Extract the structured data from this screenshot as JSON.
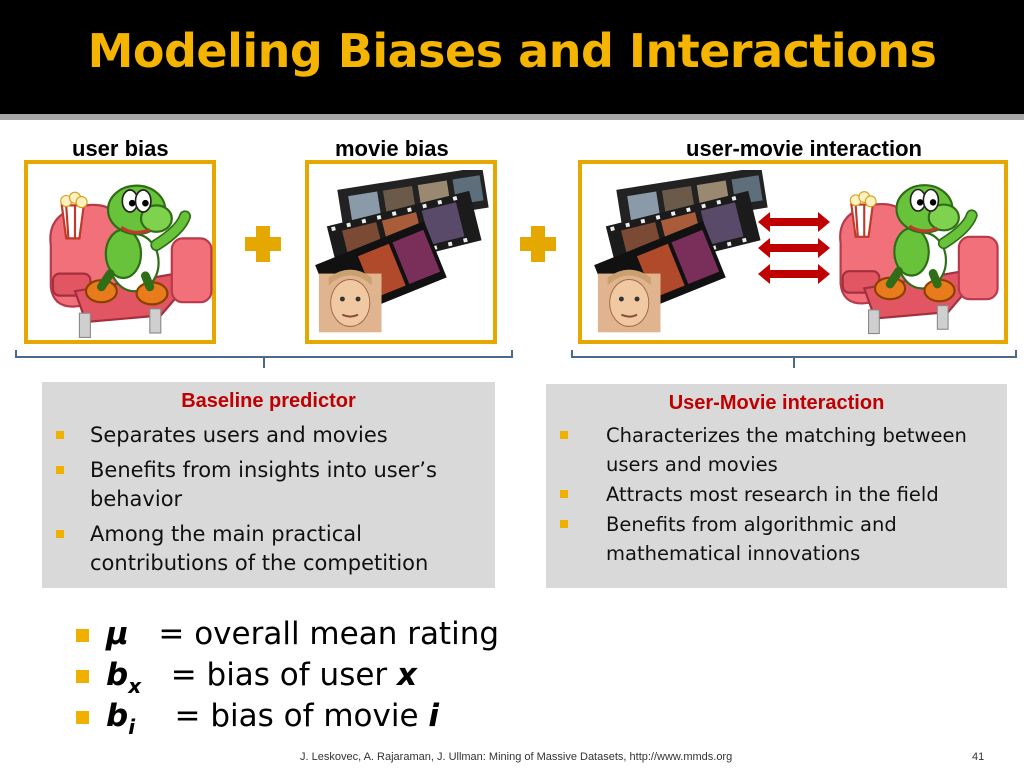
{
  "slide": {
    "title": "Modeling Biases and Interactions",
    "labels": {
      "user_bias": "user bias",
      "movie_bias": "movie bias",
      "interaction": "user-movie interaction"
    },
    "baseline_box": {
      "title": "Baseline predictor",
      "bullets": [
        "Separates users and movies",
        "Benefits from insights into user’s behavior",
        "Among the main practical contributions of the competition"
      ]
    },
    "interaction_box": {
      "title": "User-Movie interaction",
      "bullets": [
        "Characterizes the matching between users and movies",
        "Attracts most research in the field",
        "Benefits from algorithmic and mathematical innovations"
      ]
    },
    "definitions": {
      "mu": {
        "symbol": "μ",
        "text": "=  overall mean rating"
      },
      "bx": {
        "symbol": "b",
        "sub": "x",
        "text": "=  bias of user",
        "var": "x"
      },
      "bi": {
        "symbol": "b",
        "sub": "i",
        "text": "=  bias of movie",
        "var": "i"
      }
    },
    "footer": "J. Leskovec, A. Rajaraman, J. Ullman: Mining of Massive Datasets, http://www.mmds.org",
    "page_number": "41"
  },
  "colors": {
    "title": "#f5b400",
    "frame": "#e4a800",
    "box_title": "#c00000",
    "arrows": "#c00000",
    "bullet": "#f0b000"
  },
  "icons": [
    "yoshi-popcorn-image",
    "film-strip-image",
    "double-arrow-icon",
    "plus-icon",
    "bracket-icon"
  ]
}
